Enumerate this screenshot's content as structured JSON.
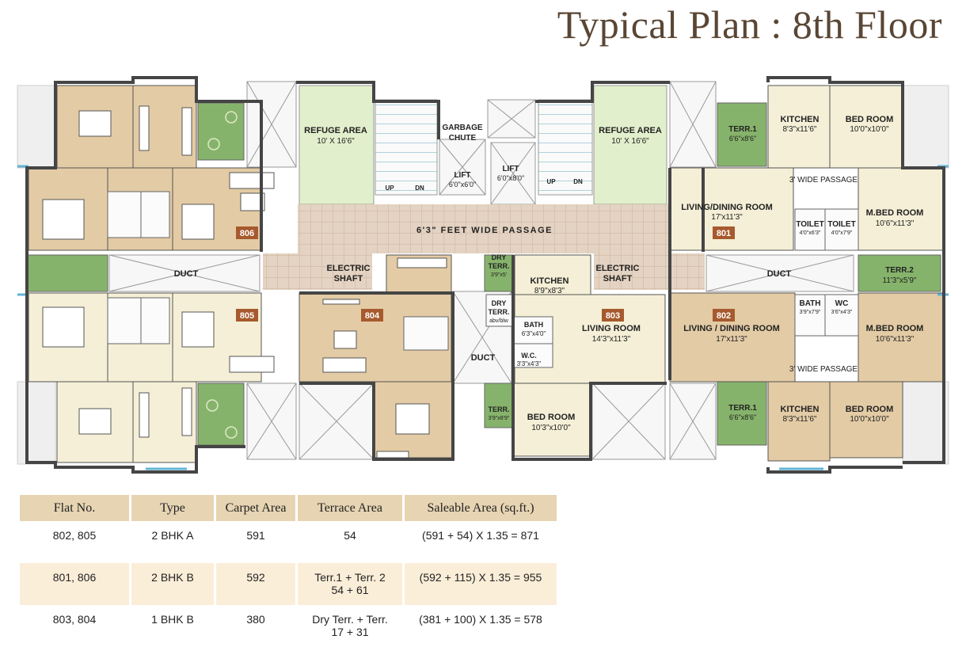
{
  "title": "Typical Plan :  8th Floor",
  "colors": {
    "tan": "#e3cba5",
    "cream": "#f4efd6",
    "green": "#86b36b",
    "mint": "#e2efcc",
    "tile": "#e4d3c2",
    "wall": "#454545",
    "badge": "#a65a2e"
  },
  "plan": {
    "passage": "6'3\" FEET WIDE PASSAGE",
    "refuge_left": {
      "label": "REFUGE AREA",
      "dim": "10' X 16'6\""
    },
    "refuge_right": {
      "label": "REFUGE AREA",
      "dim": "10' X 16'6\""
    },
    "garbage": {
      "line1": "GARBAGE",
      "line2": "CHUTE"
    },
    "lift1": {
      "label": "LIFT",
      "dim": "6'0\"x6'0\""
    },
    "lift2": {
      "label": "LIFT",
      "dim": "6'0\"x8'0\""
    },
    "stairs": {
      "up": "UP",
      "dn": "DN"
    },
    "duct": "DUCT",
    "electric": {
      "line1": "ELECTRIC",
      "line2": "SHAFT"
    },
    "wide_passage": "3' WIDE PASSAGE",
    "flat_801": {
      "badge": "801",
      "kitchen": "KITCHEN",
      "kitchen_dim": "8'3\"x11'6\"",
      "bed": "BED ROOM",
      "bed_dim": "10'0\"x10'0\"",
      "terr": "TERR.1",
      "terr_dim": "6'6\"x8'6\"",
      "living": "LIVING/DINING ROOM",
      "living_dim": "17'x11'3\"",
      "toilet1": "TOILET",
      "toilet1_dim": "4'0\"x6'3\"",
      "toilet2": "TOILET",
      "toilet2_dim": "4'0\"x7'9\"",
      "mbed": "M.BED ROOM",
      "mbed_dim": "10'6\"x11'3\"",
      "terr2": "TERR.2",
      "terr2_dim": "11'3\"x5'9\""
    },
    "flat_802": {
      "badge": "802",
      "living": "LIVING / DINING ROOM",
      "living_dim": "17'x11'3\"",
      "bath": "BATH",
      "bath_dim": "3'9\"x7'9\"",
      "wc": "WC",
      "wc_dim": "3'6\"x4'3\"",
      "mbed": "M.BED ROOM",
      "mbed_dim": "10'6\"x11'3\"",
      "terr": "TERR.1",
      "terr_dim": "6'6\"x8'6\"",
      "kitchen": "KITCHEN",
      "kitchen_dim": "8'3\"x11'6\"",
      "bed": "BED ROOM",
      "bed_dim": "10'0\"x10'0\""
    },
    "flat_803": {
      "badge": "803",
      "kitchen": "KITCHEN",
      "kitchen_dim": "8'9\"x8'3\"",
      "dry1": "DRY",
      "dry2": "TERR.",
      "dry_dim": "3'9\"x5'",
      "dry_b1": "DRY",
      "dry_b2": "TERR.",
      "dry_b_dim": "abv/blw",
      "living": "LIVING ROOM",
      "living_dim": "14'3\"x11'3\"",
      "bath": "BATH",
      "bath_dim": "6'3\"x4'0\"",
      "wc": "W.C.",
      "wc_dim": "3'3\"x4'3\"",
      "terr": "TERR.",
      "terr_dim": "3'9\"x8'9\"",
      "bed": "BED ROOM",
      "bed_dim": "10'3\"x10'0\""
    },
    "flat_804": {
      "badge": "804"
    },
    "flat_805": {
      "badge": "805"
    },
    "flat_806": {
      "badge": "806"
    }
  },
  "table": {
    "headers": [
      "Flat No.",
      "Type",
      "Carpet Area",
      "Terrace Area",
      "Saleable Area (sq.ft.)"
    ],
    "rows": [
      {
        "flat": "802, 805",
        "type": "2 BHK A",
        "carpet": "591",
        "terrace_1": "54",
        "terrace_2": "",
        "saleable": "(591 + 54) X 1.35 = 871"
      },
      {
        "flat": "801, 806",
        "type": "2 BHK B",
        "carpet": "592",
        "terrace_1": "Terr.1 + Terr. 2",
        "terrace_2": "54 + 61",
        "saleable": "(592 + 115) X 1.35 = 955"
      },
      {
        "flat": "803, 804",
        "type": "1 BHK B",
        "carpet": "380",
        "terrace_1": "Dry Terr. + Terr.",
        "terrace_2": "17 + 31",
        "saleable": "(381 + 100) X 1.35 = 578"
      }
    ]
  }
}
